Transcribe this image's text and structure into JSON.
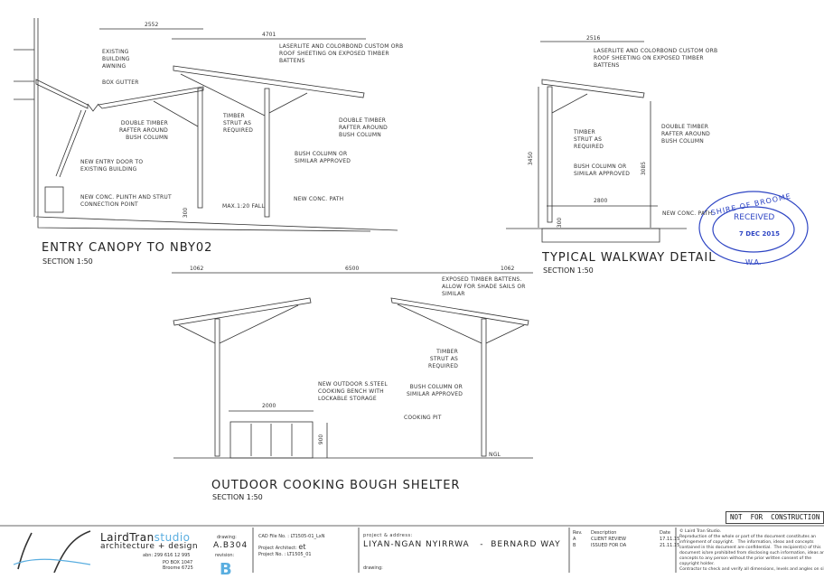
{
  "entry_canopy": {
    "title": "ENTRY CANOPY TO NBY02",
    "section": "SECTION 1:50",
    "dims": {
      "d1": "2552",
      "d2": "4701",
      "d3": "300"
    },
    "labels": {
      "awning": "EXISTING\nBUILDING\nAWNING",
      "gutter": "BOX GUTTER",
      "roof": "LASERLITE AND COLORBOND CUSTOM ORB\nROOF SHEETING ON EXPOSED TIMBER\nBATTENS",
      "rafter1": "DOUBLE TIMBER\nRAFTER AROUND\nBUSH COLUMN",
      "strut": "TIMBER\nSTRUT AS\nREQUIRED",
      "rafter2": "DOUBLE TIMBER\nRAFTER AROUND\nBUSH COLUMN",
      "column": "BUSH COLUMN OR\nSIMILAR APPROVED",
      "door": "NEW ENTRY DOOR TO\nEXISTING BUILDING",
      "plinth": "NEW CONC. PLINTH AND STRUT\nCONNECTION POINT",
      "fall": "MAX.1:20 FALL",
      "path": "NEW CONC. PATH"
    }
  },
  "walkway": {
    "title": "TYPICAL WALKWAY DETAIL",
    "section": "SECTION 1:50",
    "dims": {
      "width": "2516",
      "height_left": "3450",
      "height_right": "3085",
      "span": "2800",
      "d3": "300"
    },
    "labels": {
      "roof": "LASERLITE AND COLORBOND CUSTOM ORB\nROOF SHEETING ON EXPOSED TIMBER\nBATTENS",
      "strut": "TIMBER\nSTRUT AS\nREQUIRED",
      "rafter": "DOUBLE TIMBER\nRAFTER AROUND\nBUSH COLUMN",
      "column": "BUSH COLUMN OR\nSIMILAR APPROVED",
      "path": "NEW CONC. PATH"
    }
  },
  "stamp": {
    "line1": "SHIRE OF BROOME",
    "line2": "RECEIVED",
    "date": "7  DEC  2015",
    "line3": "W.A."
  },
  "cooking_shelter": {
    "title": "OUTDOOR COOKING BOUGH SHELTER",
    "section": "SECTION 1:50",
    "dims": {
      "left": "1062",
      "center": "6500",
      "right": "1062",
      "bench_width": "2000",
      "bench_height": "900"
    },
    "labels": {
      "battens": "EXPOSED TIMBER BATTENS.\nALLOW FOR SHADE SAILS OR\nSIMILAR",
      "strut": "TIMBER\nSTRUT AS\nREQUIRED",
      "bench": "NEW OUTDOOR S.STEEL\nCOOKING BENCH WITH\nLOCKABLE STORAGE",
      "column": "BUSH COLUMN OR\nSIMILAR APPROVED",
      "pit": "COOKING PIT",
      "ngl": "NGL"
    }
  },
  "title_block": {
    "status": "NOT  FOR  CONSTRUCTION",
    "firm_name": "LairdTran",
    "firm_suffix": "studio",
    "firm_tagline": "architecture + design",
    "abn": "abn: 299 616 12 995",
    "po_box": "PO BOX 1047",
    "town": "Broome 6725",
    "drawing_label": "drawing:",
    "drawing_no": "A.B304",
    "revision_label": "revision:",
    "revision": "B",
    "cad_file": "CAD File No. : LT1505-01_LxN",
    "architect_label": "Project Architect:",
    "architect": "et",
    "project_no": "Project No. : LT1505_01",
    "project_label": "project & address:",
    "project": "LIYAN-NGAN NYIRRWA   -  BERNARD WAY",
    "drawing_title_label": "drawing:",
    "rev_headers": [
      "Rev.",
      "Description",
      "Date"
    ],
    "revisions": [
      {
        "rev": "A",
        "desc": "CLIENT REVIEW",
        "date": "17.11.15"
      },
      {
        "rev": "B",
        "desc": "ISSUED FOR DA",
        "date": "21.11.15"
      }
    ],
    "copyright": "© Laird Tran Studio.\nReproduction of the whole or part of the document constitutes an\ninfringement of copyright.   The information, ideas and concepts\ncontained in this document are confidential.  The recipient(s) of this\ndocument is/are prohibited from disclosing such information, ideas and\nconcepts to any person without the prior written consent of the\ncopyright holder.\nContractor to check and verify all dimensions, levels and angles on site"
  },
  "colors": {
    "ink": "#333333",
    "stamp": "#2f46c4",
    "logo_blue": "#5aaee0"
  }
}
